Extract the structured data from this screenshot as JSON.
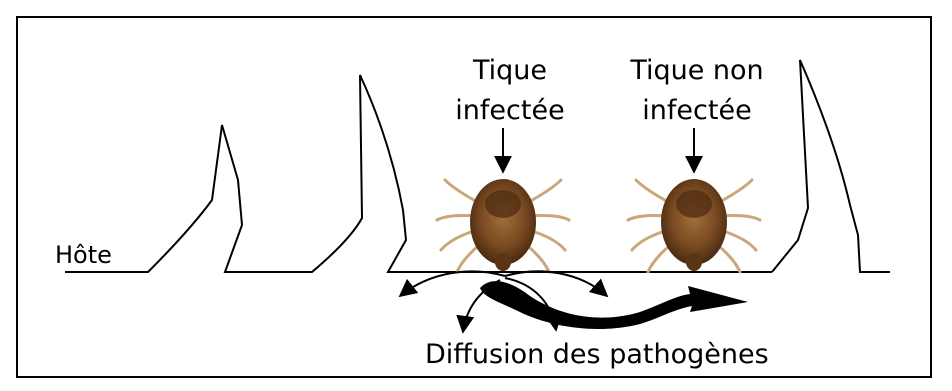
{
  "labels": {
    "host": "Hôte",
    "infected_tick_line1": "Tique",
    "infected_tick_line2": "infectée",
    "uninfected_tick_line1": "Tique non",
    "uninfected_tick_line2": "infectée",
    "diffusion": "Diffusion des pathogènes"
  },
  "colors": {
    "line": "#000000",
    "tick_body": "#7a4a22",
    "tick_dark": "#4a2a10",
    "tick_legs": "#c9a77a"
  }
}
